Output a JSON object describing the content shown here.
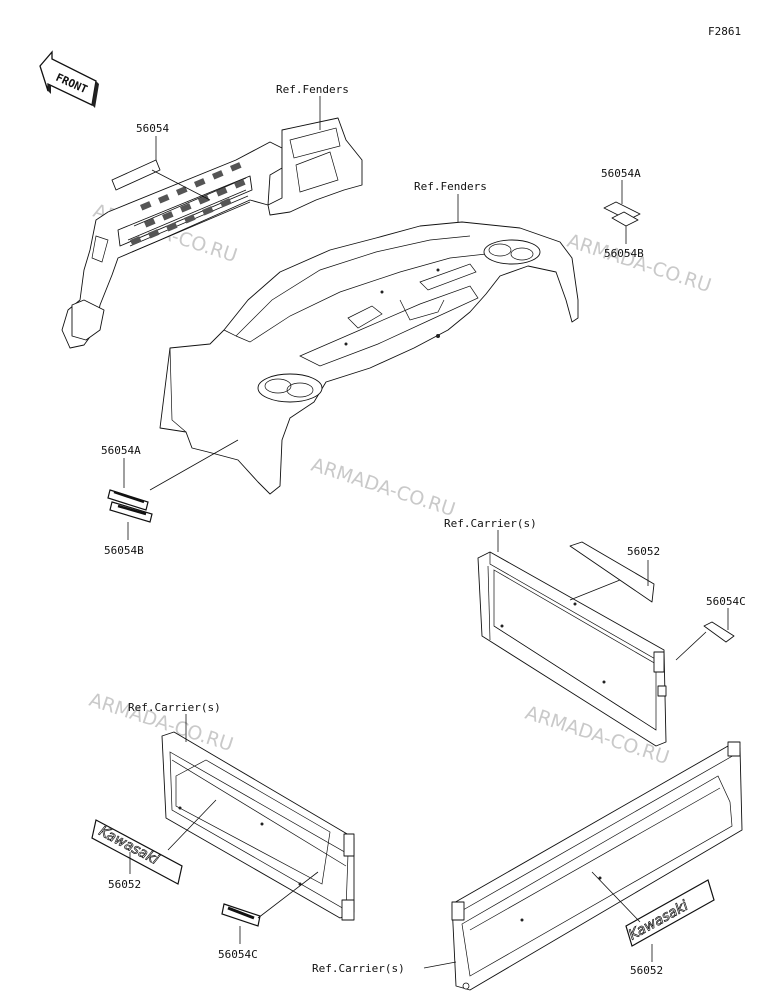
{
  "figure_code": "F2861",
  "front_arrow_text": "FRONT",
  "watermark": "ARMADA-CO.RU",
  "ref_labels": {
    "fenders_front": "Ref.Fenders",
    "fenders_rear": "Ref.Fenders",
    "carrier_right": "Ref.Carrier(s)",
    "carrier_left": "Ref.Carrier(s)",
    "carrier_bottom": "Ref.Carrier(s)"
  },
  "part_labels": {
    "grille_decal": "56054",
    "fender_decal_a": "56054A",
    "fender_decal_b": "56054B",
    "front_decal_a": "56054A",
    "front_decal_b": "56054B",
    "right_carrier_decal": "56052",
    "right_carrier_decal_c": "56054C",
    "left_carrier_decal": "56052",
    "left_carrier_decal_c": "56054C",
    "bottom_carrier_decal": "56052"
  },
  "emblem_text": "Kawasaki"
}
